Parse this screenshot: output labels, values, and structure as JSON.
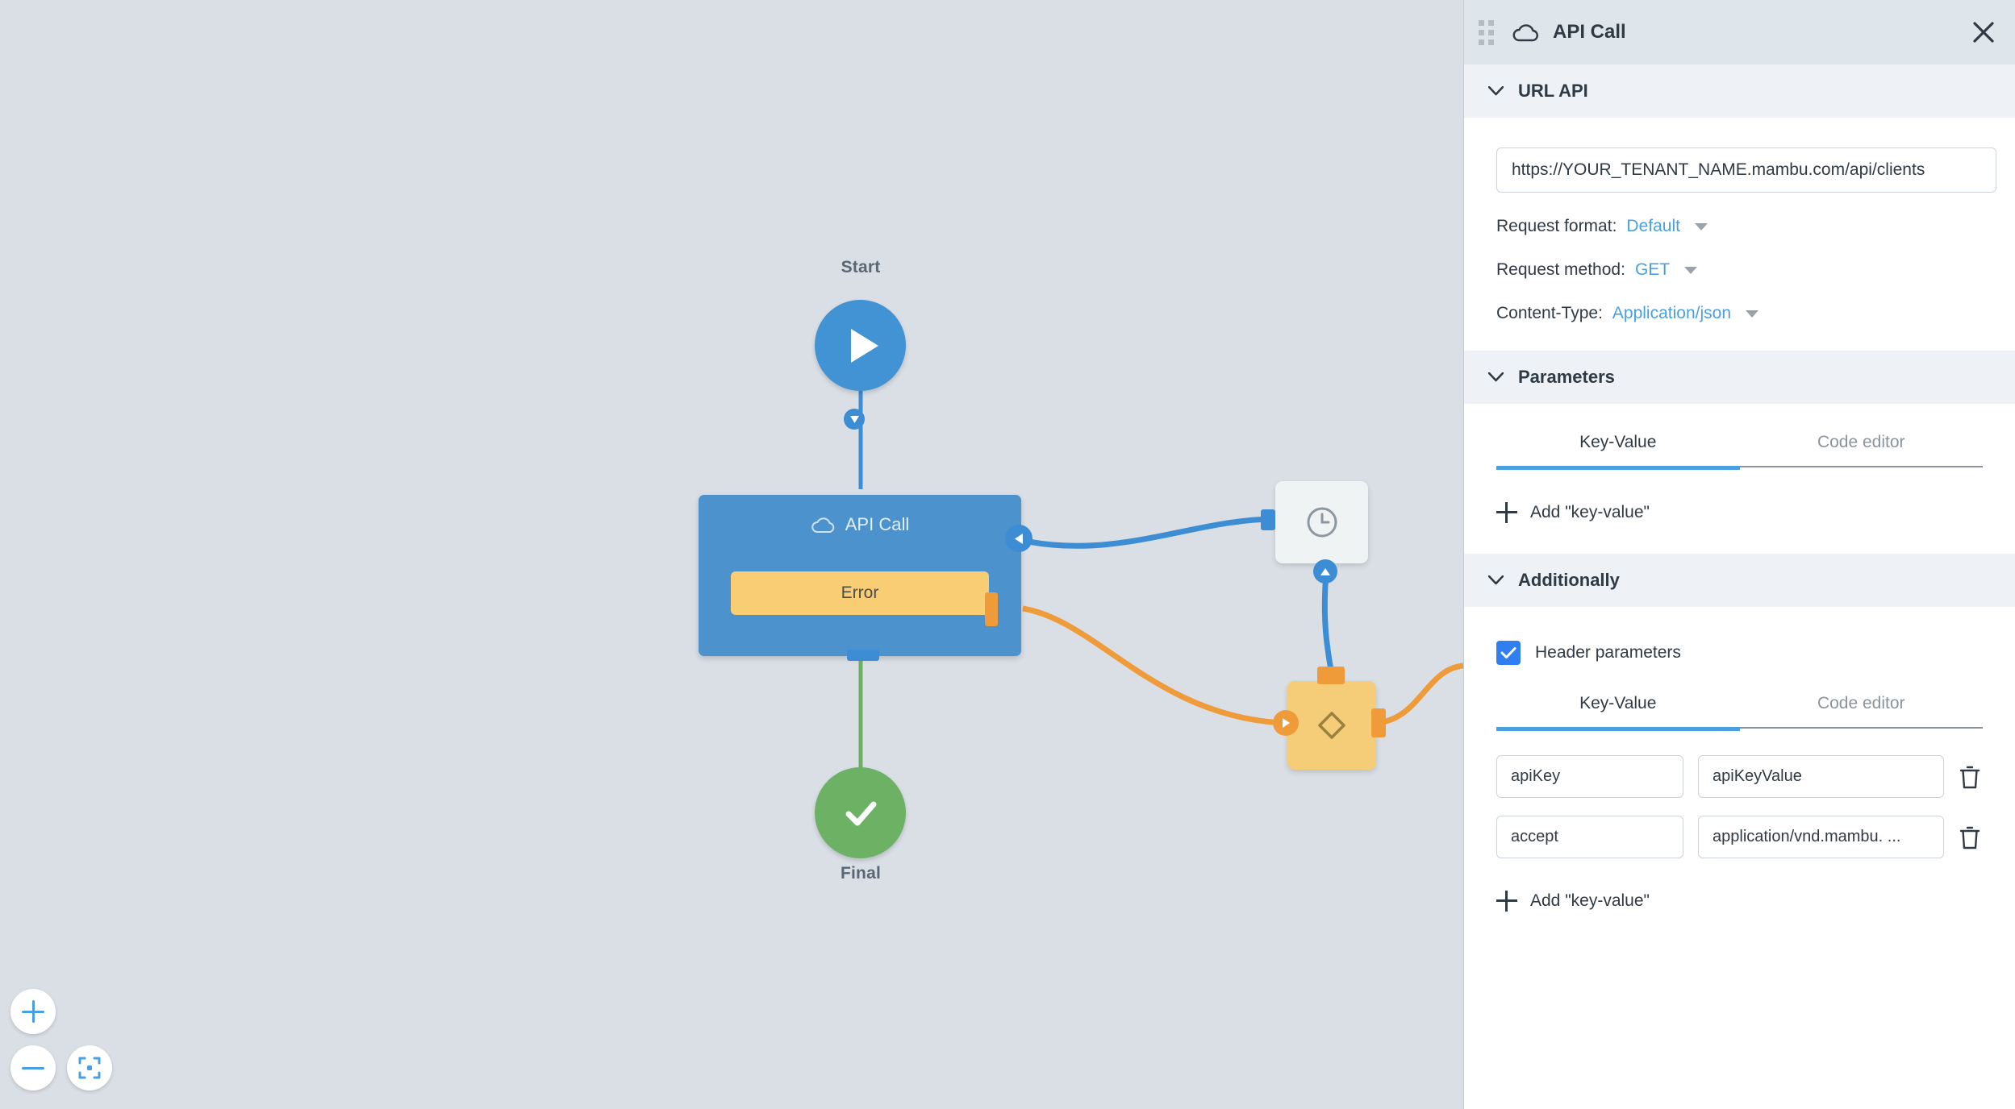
{
  "canvas": {
    "nodes": {
      "start": {
        "caption": "Start",
        "icon": "play-icon",
        "color": "#4193d4"
      },
      "final": {
        "caption": "Final",
        "icon": "check-icon",
        "color": "#6cb164"
      },
      "api_call": {
        "title": "API Call",
        "icon": "cloud-icon",
        "color": "#4c92cd",
        "error_label": "Error",
        "error_color": "#f8cd74"
      },
      "delay": {
        "icon": "clock-icon",
        "color": "#eff3f4"
      },
      "condition": {
        "icon": "diamond-icon",
        "color": "#f5cd79"
      }
    },
    "controls": {
      "zoom_in": "zoom-in-icon",
      "zoom_out": "zoom-out-icon",
      "fit": "fit-to-screen-icon"
    }
  },
  "panel": {
    "header": {
      "title": "API Call",
      "icon": "cloud-icon",
      "close": "close-icon",
      "grip": "drag-handle-icon"
    },
    "sections": {
      "url_api": {
        "title": "URL API",
        "url_value": "https://YOUR_TENANT_NAME.mambu.com/api/clients",
        "fields": [
          {
            "label": "Request format:",
            "value": "Default"
          },
          {
            "label": "Request method:",
            "value": "GET"
          },
          {
            "label": "Content-Type:",
            "value": "Application/json"
          }
        ]
      },
      "parameters": {
        "title": "Parameters",
        "tabs": [
          {
            "label": "Key-Value",
            "active": true
          },
          {
            "label": "Code editor",
            "active": false
          }
        ],
        "add_label": "Add \"key-value\""
      },
      "additionally": {
        "title": "Additionally",
        "checkbox_label": "Header parameters",
        "checkbox_checked": true,
        "tabs": [
          {
            "label": "Key-Value",
            "active": true
          },
          {
            "label": "Code editor",
            "active": false
          }
        ],
        "rows": [
          {
            "key": "apiKey",
            "value": "apiKeyValue",
            "delete": "trash-icon"
          },
          {
            "key": "accept",
            "value": "application/vnd.mambu. ...",
            "delete": "trash-icon"
          }
        ],
        "add_label": "Add \"key-value\""
      }
    }
  },
  "colors": {
    "accent_blue": "#4a9fe0",
    "node_blue": "#4c92cd",
    "amber": "#f5cd79",
    "orange_wire": "#ef9b3a",
    "green": "#6cb164",
    "canvas_bg": "#d9dfe5"
  }
}
